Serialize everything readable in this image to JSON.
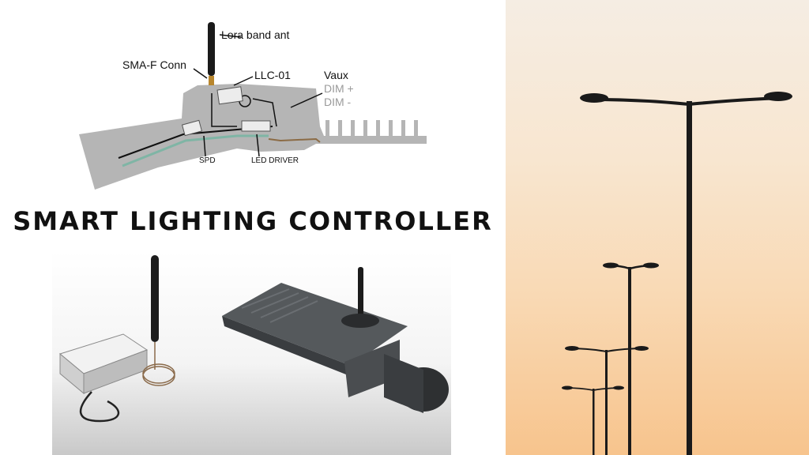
{
  "headline": "SMART LIGHTING CONTROLLER",
  "diagram": {
    "labels": {
      "antenna": "Lora band ant",
      "connector": "SMA-F Conn",
      "controller": "LLC-01",
      "vaux": "Vaux",
      "dim_plus": "DIM +",
      "dim_minus": "DIM -",
      "spd": "SPD",
      "led_driver": "LED DRIVER"
    }
  },
  "colors": {
    "housing": "#b5b5b5",
    "wire_green": "#7fb5a5",
    "wire_black": "#111111",
    "wire_brown": "#8b6b45",
    "sky_top": "#f5ede3",
    "sky_bottom": "#f7c48d",
    "pole": "#1a1a1a"
  },
  "icons": [
    "antenna-icon",
    "controller-box-icon",
    "street-light-fixture-icon",
    "street-lamp-pole-icon"
  ]
}
